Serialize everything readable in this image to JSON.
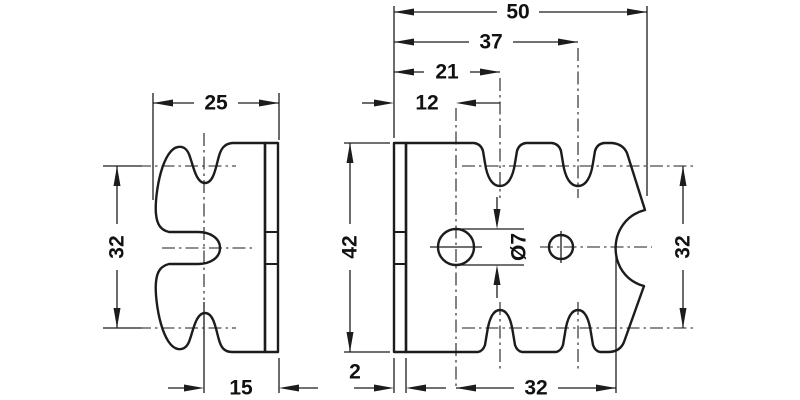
{
  "drawing": {
    "background": "#ffffff",
    "line_color": "#1c1c1c",
    "side_view": {
      "dims": {
        "width_top": "25",
        "height": "32",
        "width_bottom": "15"
      }
    },
    "front_view": {
      "dims": {
        "width_overall": "50",
        "width_37": "37",
        "width_21": "21",
        "width_12": "12",
        "height_overall": "42",
        "height_32": "32",
        "hole_diameter": "Ø7",
        "thickness": "2",
        "width_bottom_32": "32"
      }
    }
  }
}
